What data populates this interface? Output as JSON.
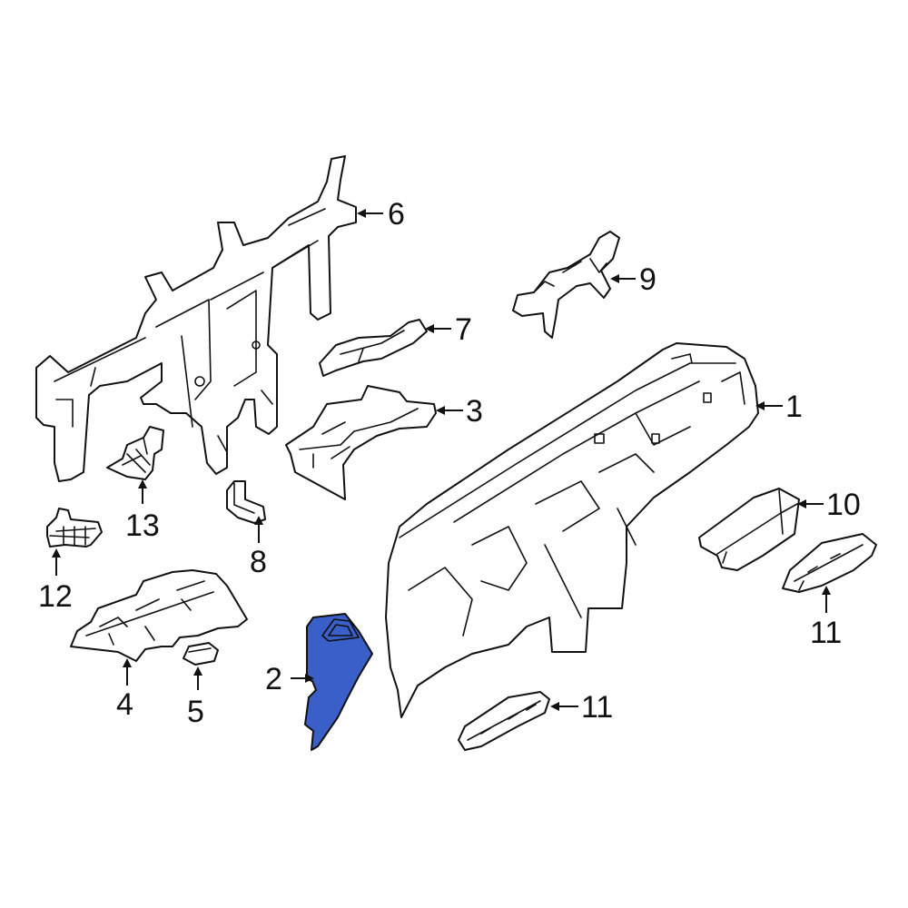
{
  "diagram": {
    "highlight_color": "#3a5fc8",
    "line_color": "#111111",
    "callouts": [
      {
        "id": "1",
        "label": "1"
      },
      {
        "id": "2",
        "label": "2"
      },
      {
        "id": "3",
        "label": "3"
      },
      {
        "id": "4",
        "label": "4"
      },
      {
        "id": "5",
        "label": "5"
      },
      {
        "id": "6",
        "label": "6"
      },
      {
        "id": "7",
        "label": "7"
      },
      {
        "id": "8",
        "label": "8"
      },
      {
        "id": "9",
        "label": "9"
      },
      {
        "id": "10",
        "label": "10"
      },
      {
        "id": "11a",
        "label": "11"
      },
      {
        "id": "11b",
        "label": "11"
      },
      {
        "id": "12",
        "label": "12"
      },
      {
        "id": "13",
        "label": "13"
      }
    ]
  }
}
